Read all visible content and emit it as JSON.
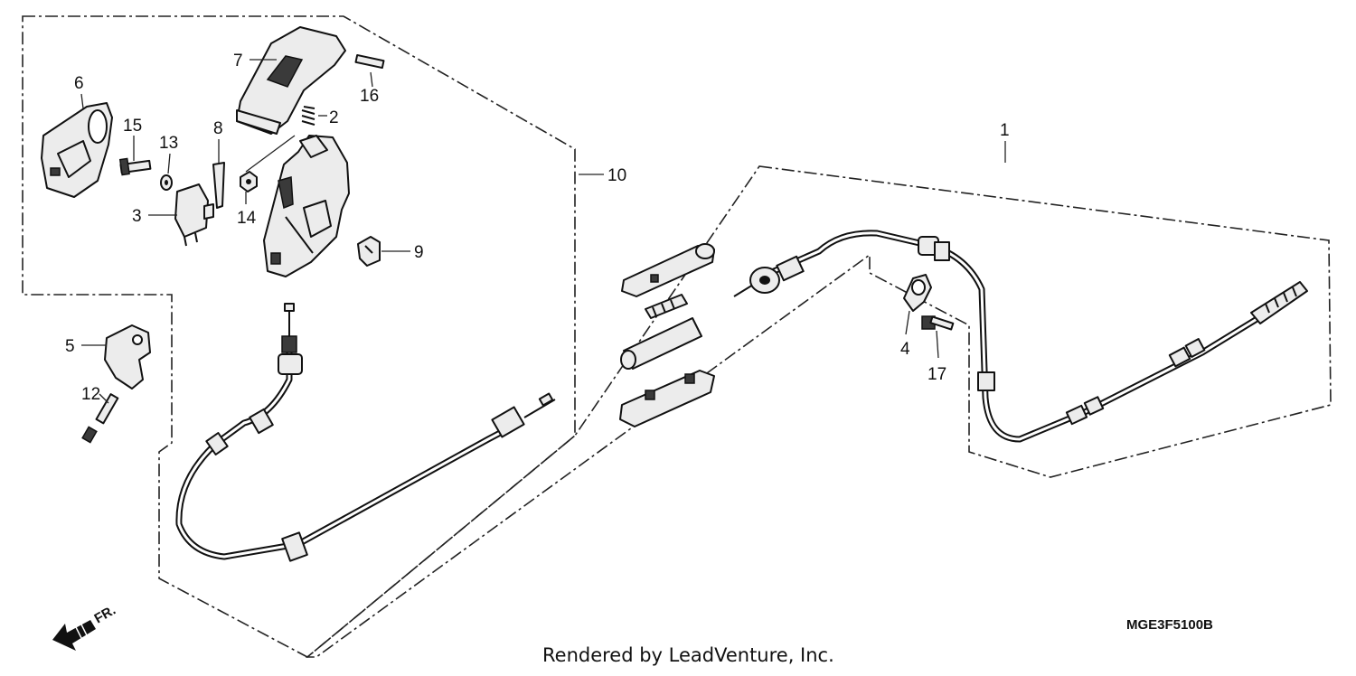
{
  "callouts": {
    "c1": "1",
    "c2": "2",
    "c3": "3",
    "c4": "4",
    "c5": "5",
    "c6": "6",
    "c7": "7",
    "c8": "8",
    "c9": "9",
    "c10": "10",
    "c12": "12",
    "c13": "13",
    "c14": "14",
    "c15": "15",
    "c16": "16",
    "c17": "17"
  },
  "diagram_code": "MGE3F5100B",
  "credit": "Rendered by LeadVenture, Inc.",
  "front_arrow_label": "FR."
}
